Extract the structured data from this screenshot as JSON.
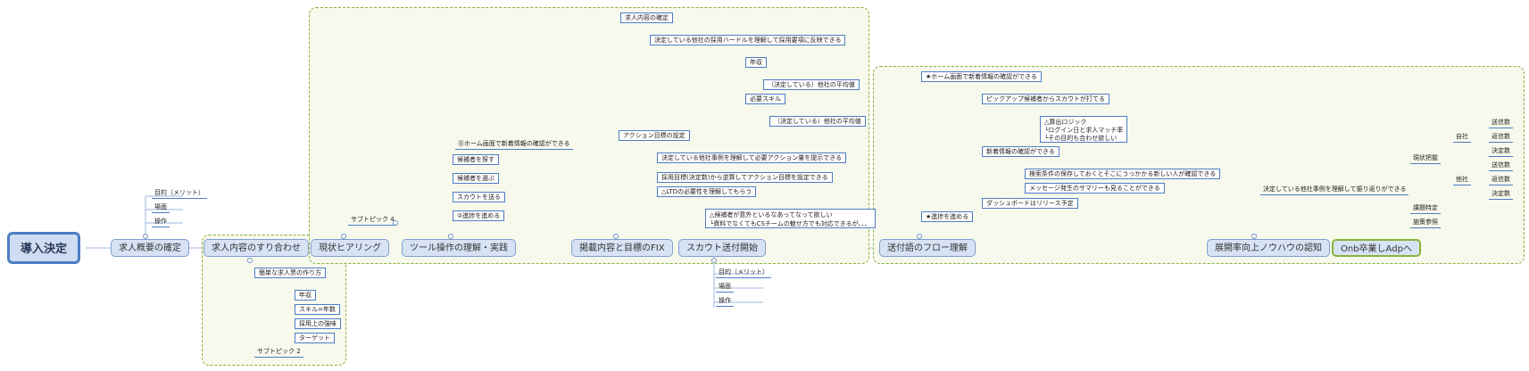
{
  "root": "導入決定",
  "main_nodes": {
    "n1": "求人概要の確定",
    "n2": "求人内容のすり合わせ",
    "n3": "現状ヒアリング",
    "n4": "ツール操作の理解・実践",
    "n5": "掲載内容と目標のFIX",
    "n6": "スカウト送付開始",
    "n7": "送付語のフロー理解",
    "n8": "展開率向上ノウハウの認知",
    "n9": "Onb卒業しAdpへ"
  },
  "n1_children": [
    "目的（メリット）",
    "場面",
    "操作"
  ],
  "n2_children": {
    "a": "簡単な求人票の作り方",
    "items": [
      "年収",
      "スキル=年数",
      "採用上の強味",
      "ターゲット"
    ],
    "sub2": "サブトピック 2"
  },
  "n3_children": {
    "sub4": "サブトピック 4"
  },
  "n4_children": {
    "head": "⓪ホーム画面で新着情報の確認ができる",
    "items": [
      "候補者を探す",
      "候補者を選ぶ",
      "スカウトを送る",
      "②進捗を進める"
    ]
  },
  "n5_children": {
    "h1": "求人内容の確定",
    "h1a": "決定している他社の採用ハードルを理解して採用要項に反映できる",
    "h1b": "年収",
    "h1c": "（決定している）他社の平均値",
    "h1d": "必要スキル",
    "h1e": "（決定している）他社の平均値",
    "h2": "アクション目標の設定",
    "h2a": "決定している他社事例を理解して必要アクション量を提示できる",
    "h2b": "採用目標(決定数)から逆算してアクション目標を設定できる",
    "h2c": "△LTDの必要性を理解してもらう",
    "h2d1": "△候補者が意外といるなあってなって欲しい",
    "h2d2": "└資料でなくてもCSチームの魅せ方でも対応できるが、、、"
  },
  "n6_children": [
    "目的（メリット）",
    "場面",
    "操作"
  ],
  "n7_children": {
    "h1": "★ホーム画面で新着情報の確認ができる",
    "a": "ピックアップ候補者からスカウトが打てる",
    "a1": "△算出ロジック",
    "a2": "└ログイン日と求人マッチ率",
    "a3": "└その目的も合わせ欲しい",
    "b": "新着情報の確認ができる",
    "b1": "検索条件の保存しておくとそこにうっかかる新しい人が確認できる",
    "b2": "メッセージ発生のサマリーも見ることができる",
    "c": "ダッシュボードはリリース予定",
    "h2": "★進捗を進める"
  },
  "n8_children": {
    "h": "決定している他社事例を理解して振り返りができる",
    "genjo": "現状把握",
    "jisha": "自社",
    "tasha": "他社",
    "jisha_items": [
      "送信数",
      "返信数",
      "決定数"
    ],
    "tasha_items": [
      "送信数",
      "返信数",
      "決定数"
    ],
    "b": "課題特定",
    "c": "施策参照"
  }
}
